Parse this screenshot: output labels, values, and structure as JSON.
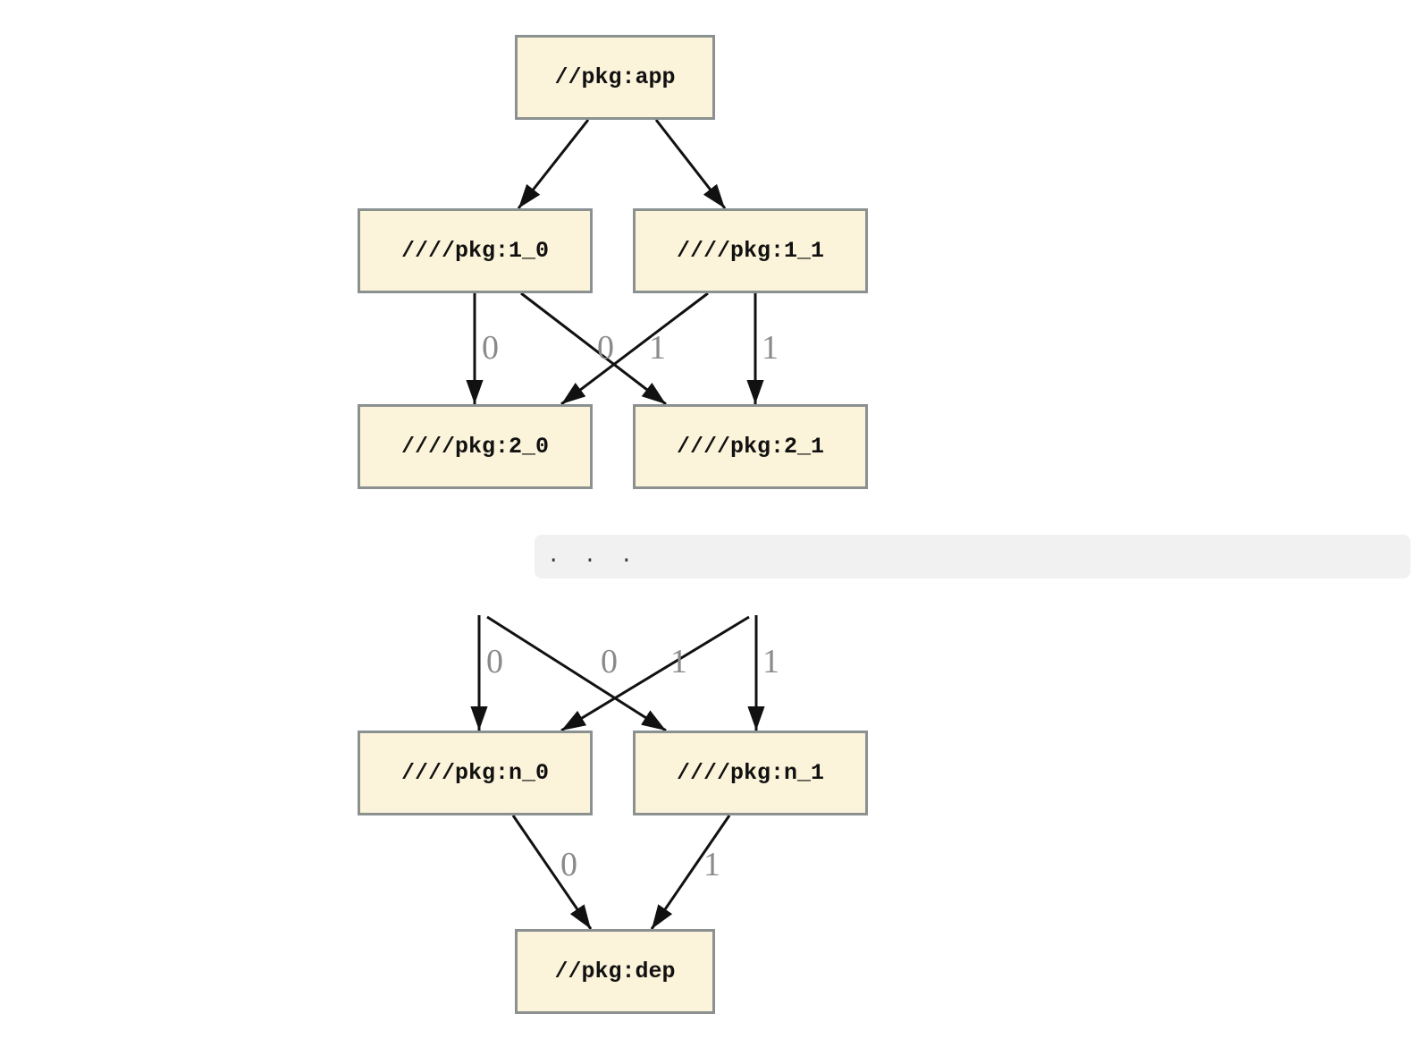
{
  "colors": {
    "node_fill": "#FCF4DA",
    "node_border": "#8B9090",
    "edge_color": "#111111",
    "edge_label": "#8A8A8A",
    "bar_bg": "#F1F1F1",
    "dots_color": "#3A3A3A"
  },
  "graph": {
    "nodes": {
      "app": {
        "label": "//pkg:app"
      },
      "v1_0": {
        "label": "////pkg:1_0"
      },
      "v1_1": {
        "label": "////pkg:1_1"
      },
      "v2_0": {
        "label": "////pkg:2_0"
      },
      "v2_1": {
        "label": "////pkg:2_1"
      },
      "vn_0": {
        "label": "////pkg:n_0"
      },
      "vn_1": {
        "label": "////pkg:n_1"
      },
      "dep": {
        "label": "//pkg:dep"
      }
    },
    "ellipsis_text": ".  .  .",
    "edge_labels": {
      "b_left": "0",
      "b_mid_left": "0",
      "b_mid_right": "1",
      "b_right": "1",
      "c_left": "0",
      "c_mid_left": "0",
      "c_mid_right": "1",
      "c_right": "1",
      "d_left": "0",
      "d_right": "1"
    }
  }
}
